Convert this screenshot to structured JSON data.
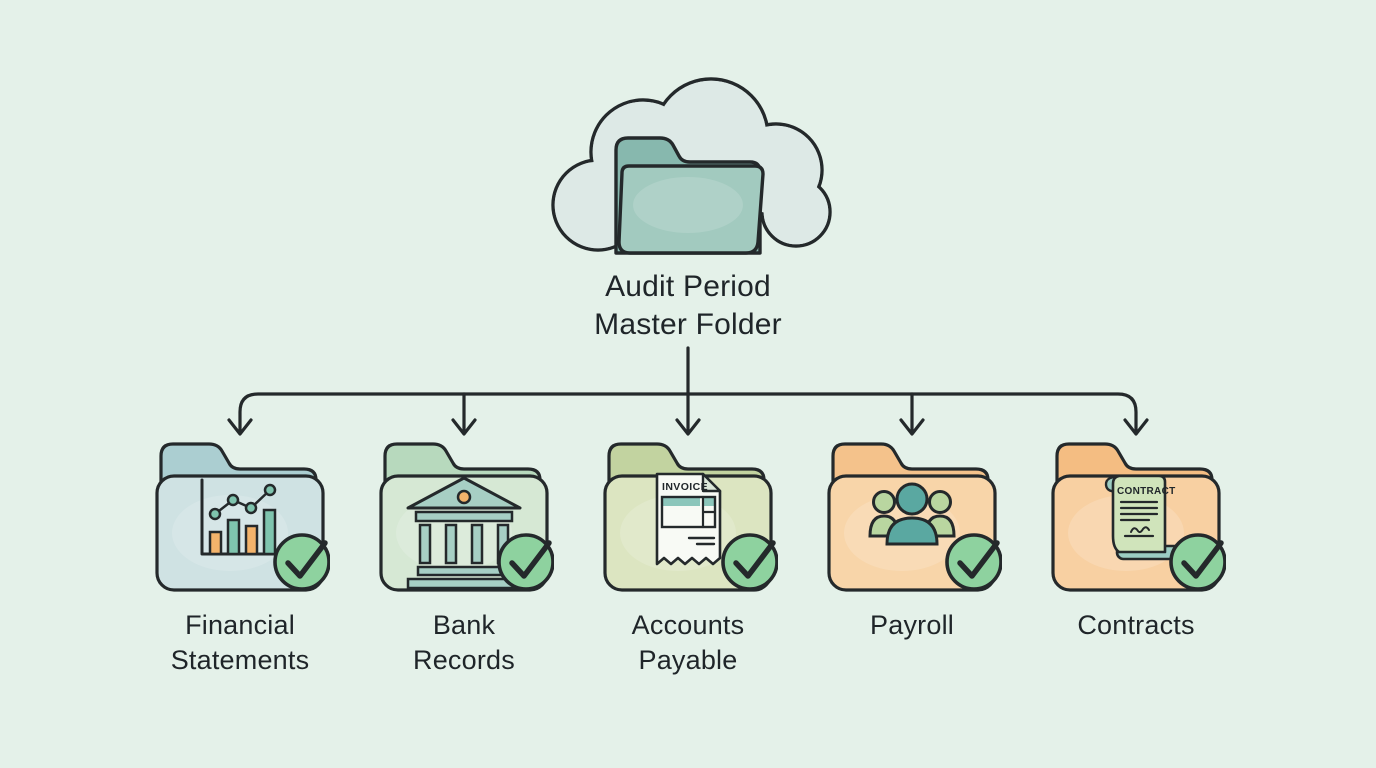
{
  "diagram": {
    "root": {
      "label": "Audit Period Master Folder",
      "label_lines": [
        "Audit Period",
        "Master Folder"
      ],
      "icon": "cloud-folder-icon"
    },
    "folders": [
      {
        "label": "Financial Statements",
        "label_lines": [
          "Financial",
          "Statements"
        ],
        "icon": "bar-chart-icon",
        "status": "checked",
        "tab_color": "#abced1",
        "body_color": "#cfe2e3"
      },
      {
        "label": "Bank Records",
        "label_lines": [
          "Bank",
          "Records"
        ],
        "icon": "bank-icon",
        "status": "checked",
        "tab_color": "#b7d9bd",
        "body_color": "#d6e8d4"
      },
      {
        "label": "Accounts Payable",
        "label_lines": [
          "Accounts",
          "Payable"
        ],
        "icon": "invoice-icon",
        "icon_text": "INVOICE",
        "status": "checked",
        "tab_color": "#c2d3a0",
        "body_color": "#dce5c1"
      },
      {
        "label": "Payroll",
        "label_lines": [
          "Payroll"
        ],
        "icon": "people-icon",
        "status": "checked",
        "tab_color": "#f4c28b",
        "body_color": "#f8d5a9"
      },
      {
        "label": "Contracts",
        "label_lines": [
          "Contracts"
        ],
        "icon": "contract-scroll-icon",
        "icon_text": "CONTRACT",
        "status": "checked",
        "tab_color": "#f4bd82",
        "body_color": "#f8d0a2"
      }
    ],
    "colors": {
      "background": "#e4f1e9",
      "outline": "#24292b",
      "text": "#1f2529",
      "check_fill": "#8ed29f",
      "cloud_fill": "#dde9e6",
      "master_back": "#87b8ae",
      "master_front": "#a2cabf",
      "accent_teal": "#7fc4ae",
      "accent_orange": "#f3b36b",
      "accent_light_green": "#b9d6a0",
      "paper": "#f8faf5",
      "parchment": "#d0e4bb",
      "roll_teal": "#9ccdc3"
    }
  }
}
